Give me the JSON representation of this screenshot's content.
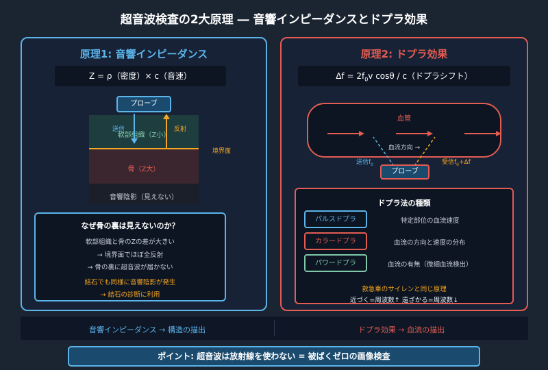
{
  "title": "超音波検査の2大原理 ― 音響インピーダンスとドプラ効果",
  "left": {
    "heading": "原理1: 音響インピーダンス",
    "formula": "Z = ρ（密度）× c（音速）",
    "probe": "プローブ",
    "send": "送信",
    "reflect": "反射",
    "soft_tissue": "軟部組織（Z小）",
    "boundary": "境界面",
    "bone": "骨（Z大）",
    "shadow": "音響陰影（見えない）",
    "note": {
      "title": "なぜ骨の裏は見えないのか？",
      "line1": "軟部組織と骨のZの差が大きい",
      "line2": "→ 境界面でほぼ全反射",
      "line3": "→ 骨の裏に超音波が届かない",
      "line4": "結石でも同様に音響陰影が発生",
      "line5": "→ 結石の診断に利用"
    }
  },
  "right": {
    "heading": "原理2: ドプラ効果",
    "formula_main": "Δf = 2f",
    "formula_sub": "0",
    "formula_rest": "v cosθ / c（ドプラシフト）",
    "vessel": "血管",
    "flow_dir": "血流方向 →",
    "send": "送信f",
    "send_sub": "0",
    "receive": "受信f",
    "receive_sub": "0",
    "receive_rest": "+Δf",
    "probe": "プローブ",
    "types": {
      "title": "ドプラ法の種類",
      "items": [
        {
          "label": "パルスドプラ",
          "desc": "特定部位の血流速度",
          "color": "#5bb4ea"
        },
        {
          "label": "カラードプラ",
          "desc": "血流の方向と速度の分布",
          "color": "#e45c52"
        },
        {
          "label": "パワードプラ",
          "desc": "血流の有無（微細血流検出）",
          "color": "#7fc9a8"
        }
      ],
      "note1": "救急車のサイレンと同じ原理",
      "note2": "近づく=周波数↑ 遠ざかる=周波数↓"
    }
  },
  "summary": {
    "left": "音響インピーダンス → 構造の描出",
    "right": "ドプラ効果 → 血流の描出"
  },
  "point": "ポイント: 超音波は放射線を使わない = 被ばくゼロの画像検査",
  "colors": {
    "blue": "#5bb4ea",
    "red": "#e45c52",
    "orange": "#f5a623",
    "green": "#7fc9a8"
  }
}
